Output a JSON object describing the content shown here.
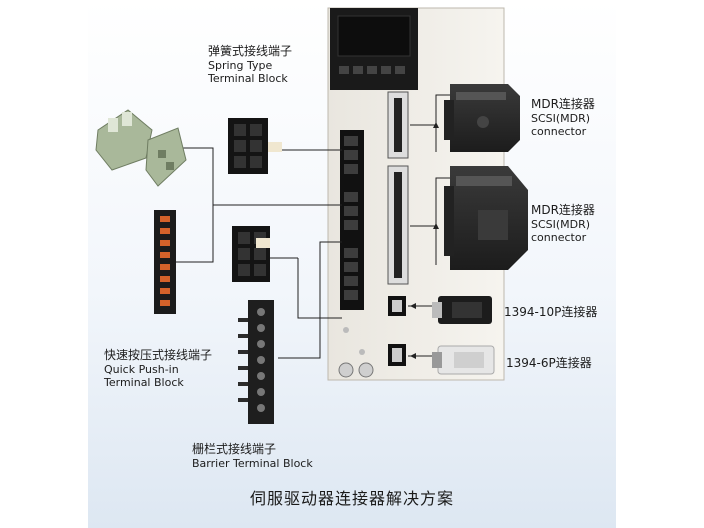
{
  "labels": {
    "spring": {
      "zh": "弹簧式接线端子",
      "en1": "Spring Type",
      "en2": "Terminal Block"
    },
    "quick": {
      "zh": "快速按压式接线端子",
      "en1": "Quick Push-in",
      "en2": "Terminal Block"
    },
    "barrier": {
      "zh": "栅栏式接线端子",
      "en1": "Barrier Terminal Block"
    },
    "mdr1": {
      "zh": "MDR连接器",
      "en1": "SCSI(MDR)",
      "en2": "connector"
    },
    "mdr2": {
      "zh": "MDR连接器",
      "en1": "SCSI(MDR)",
      "en2": "connector"
    },
    "p10": "1394-10P连接器",
    "p6": "1394-6P连接器"
  },
  "caption": "伺服驱动器连接器解决方案",
  "colors": {
    "drive_body": "#efece6",
    "display": "#1a1a1a",
    "terminal": "#111111",
    "green_block": "#a9b89a",
    "connector_dark": "#2a2a2a",
    "connector_light": "#e8e8e8",
    "line": "#222222"
  }
}
